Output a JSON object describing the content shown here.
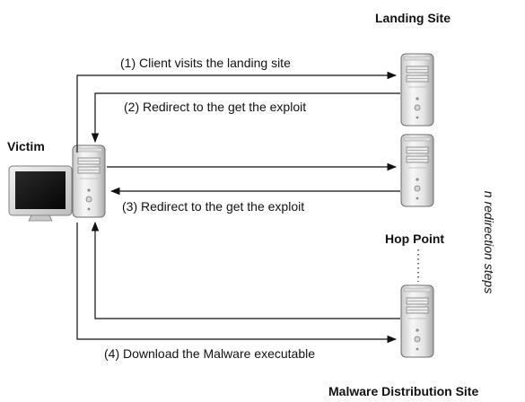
{
  "nodes": {
    "landing": "Landing Site",
    "victim": "Victim",
    "hop": "Hop Point",
    "malware": "Malware Distribution Site"
  },
  "edges": {
    "step1": "(1) Client visits the landing site",
    "step2": "(2) Redirect to the get the exploit",
    "step3": "(3) Redirect to the get the exploit",
    "step4": "(4) Download the Malware executable"
  },
  "side_note": "n redirection steps",
  "colors": {
    "line": "#111111",
    "server_light": "#f4f4f4",
    "server_dark": "#b9b9b9",
    "monitor_frame": "#d8d8d8",
    "screen": "#141414"
  }
}
